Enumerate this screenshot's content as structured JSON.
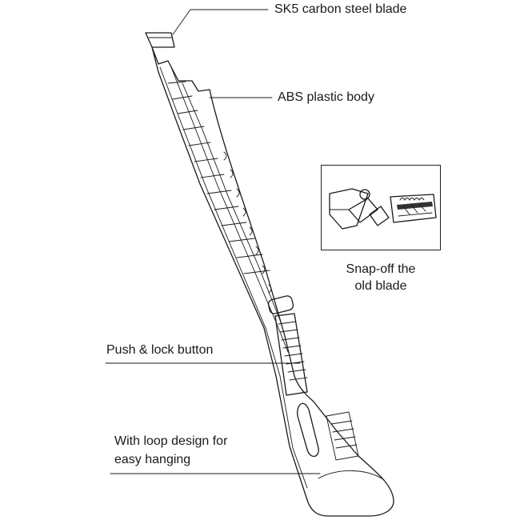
{
  "labels": {
    "blade": "SK5 carbon steel blade",
    "body": "ABS plastic body",
    "button": "Push & lock button",
    "loop_line1": "With loop design for",
    "loop_line2": "easy hanging"
  },
  "inset": {
    "caption_line1": "Snap-off the",
    "caption_line2": "old blade"
  },
  "colors": {
    "ink": "#1a1a1a",
    "background": "#ffffff"
  }
}
